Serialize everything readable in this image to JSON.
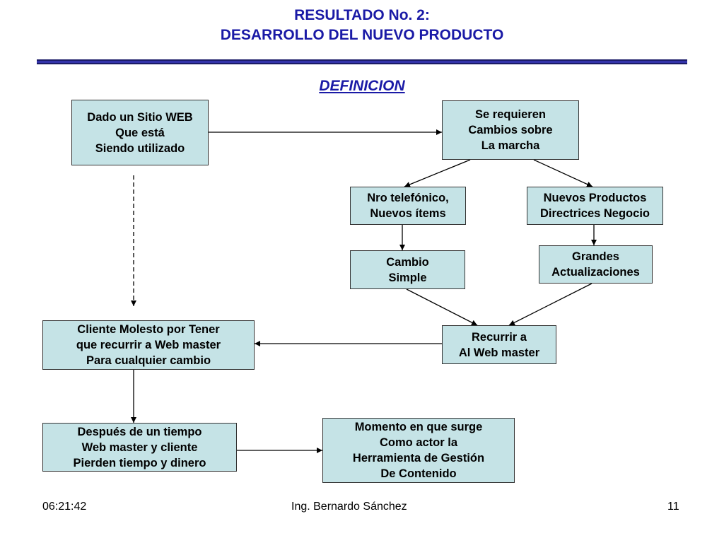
{
  "slide": {
    "title_line1": "RESULTADO No. 2:",
    "title_line2": "DESARROLLO DEL NUEVO PRODUCTO",
    "subtitle": "DEFINICION"
  },
  "colors": {
    "title": "#1a1aa6",
    "rule": "#3333aa",
    "box_fill": "#c5e3e6",
    "box_border": "#333333"
  },
  "boxes": {
    "sitio_web": [
      "Dado un Sitio WEB",
      "Que está",
      "Siendo utilizado"
    ],
    "cambios": [
      "Se requieren",
      "Cambios sobre",
      "La marcha"
    ],
    "telefono": [
      "Nro telefónico,",
      "Nuevos ítems"
    ],
    "productos": [
      "Nuevos Productos",
      "Directrices Negocio"
    ],
    "cambio_simple": [
      "Cambio",
      "Simple"
    ],
    "actualizaciones": [
      "Grandes",
      "Actualizaciones"
    ],
    "webmaster": [
      "Recurrir a",
      "Al Web master"
    ],
    "cliente": [
      "Cliente Molesto por Tener",
      "que recurrir a Web master",
      "Para cualquier cambio"
    ],
    "despues": [
      "Después de un tiempo",
      "Web master y cliente",
      "Pierden tiempo y dinero"
    ],
    "momento": [
      "Momento en que surge",
      "Como actor la",
      "Herramienta de Gestión",
      "De Contenido"
    ]
  },
  "footer": {
    "time": "06:21:42",
    "author": "Ing. Bernardo Sánchez",
    "page": "11"
  }
}
